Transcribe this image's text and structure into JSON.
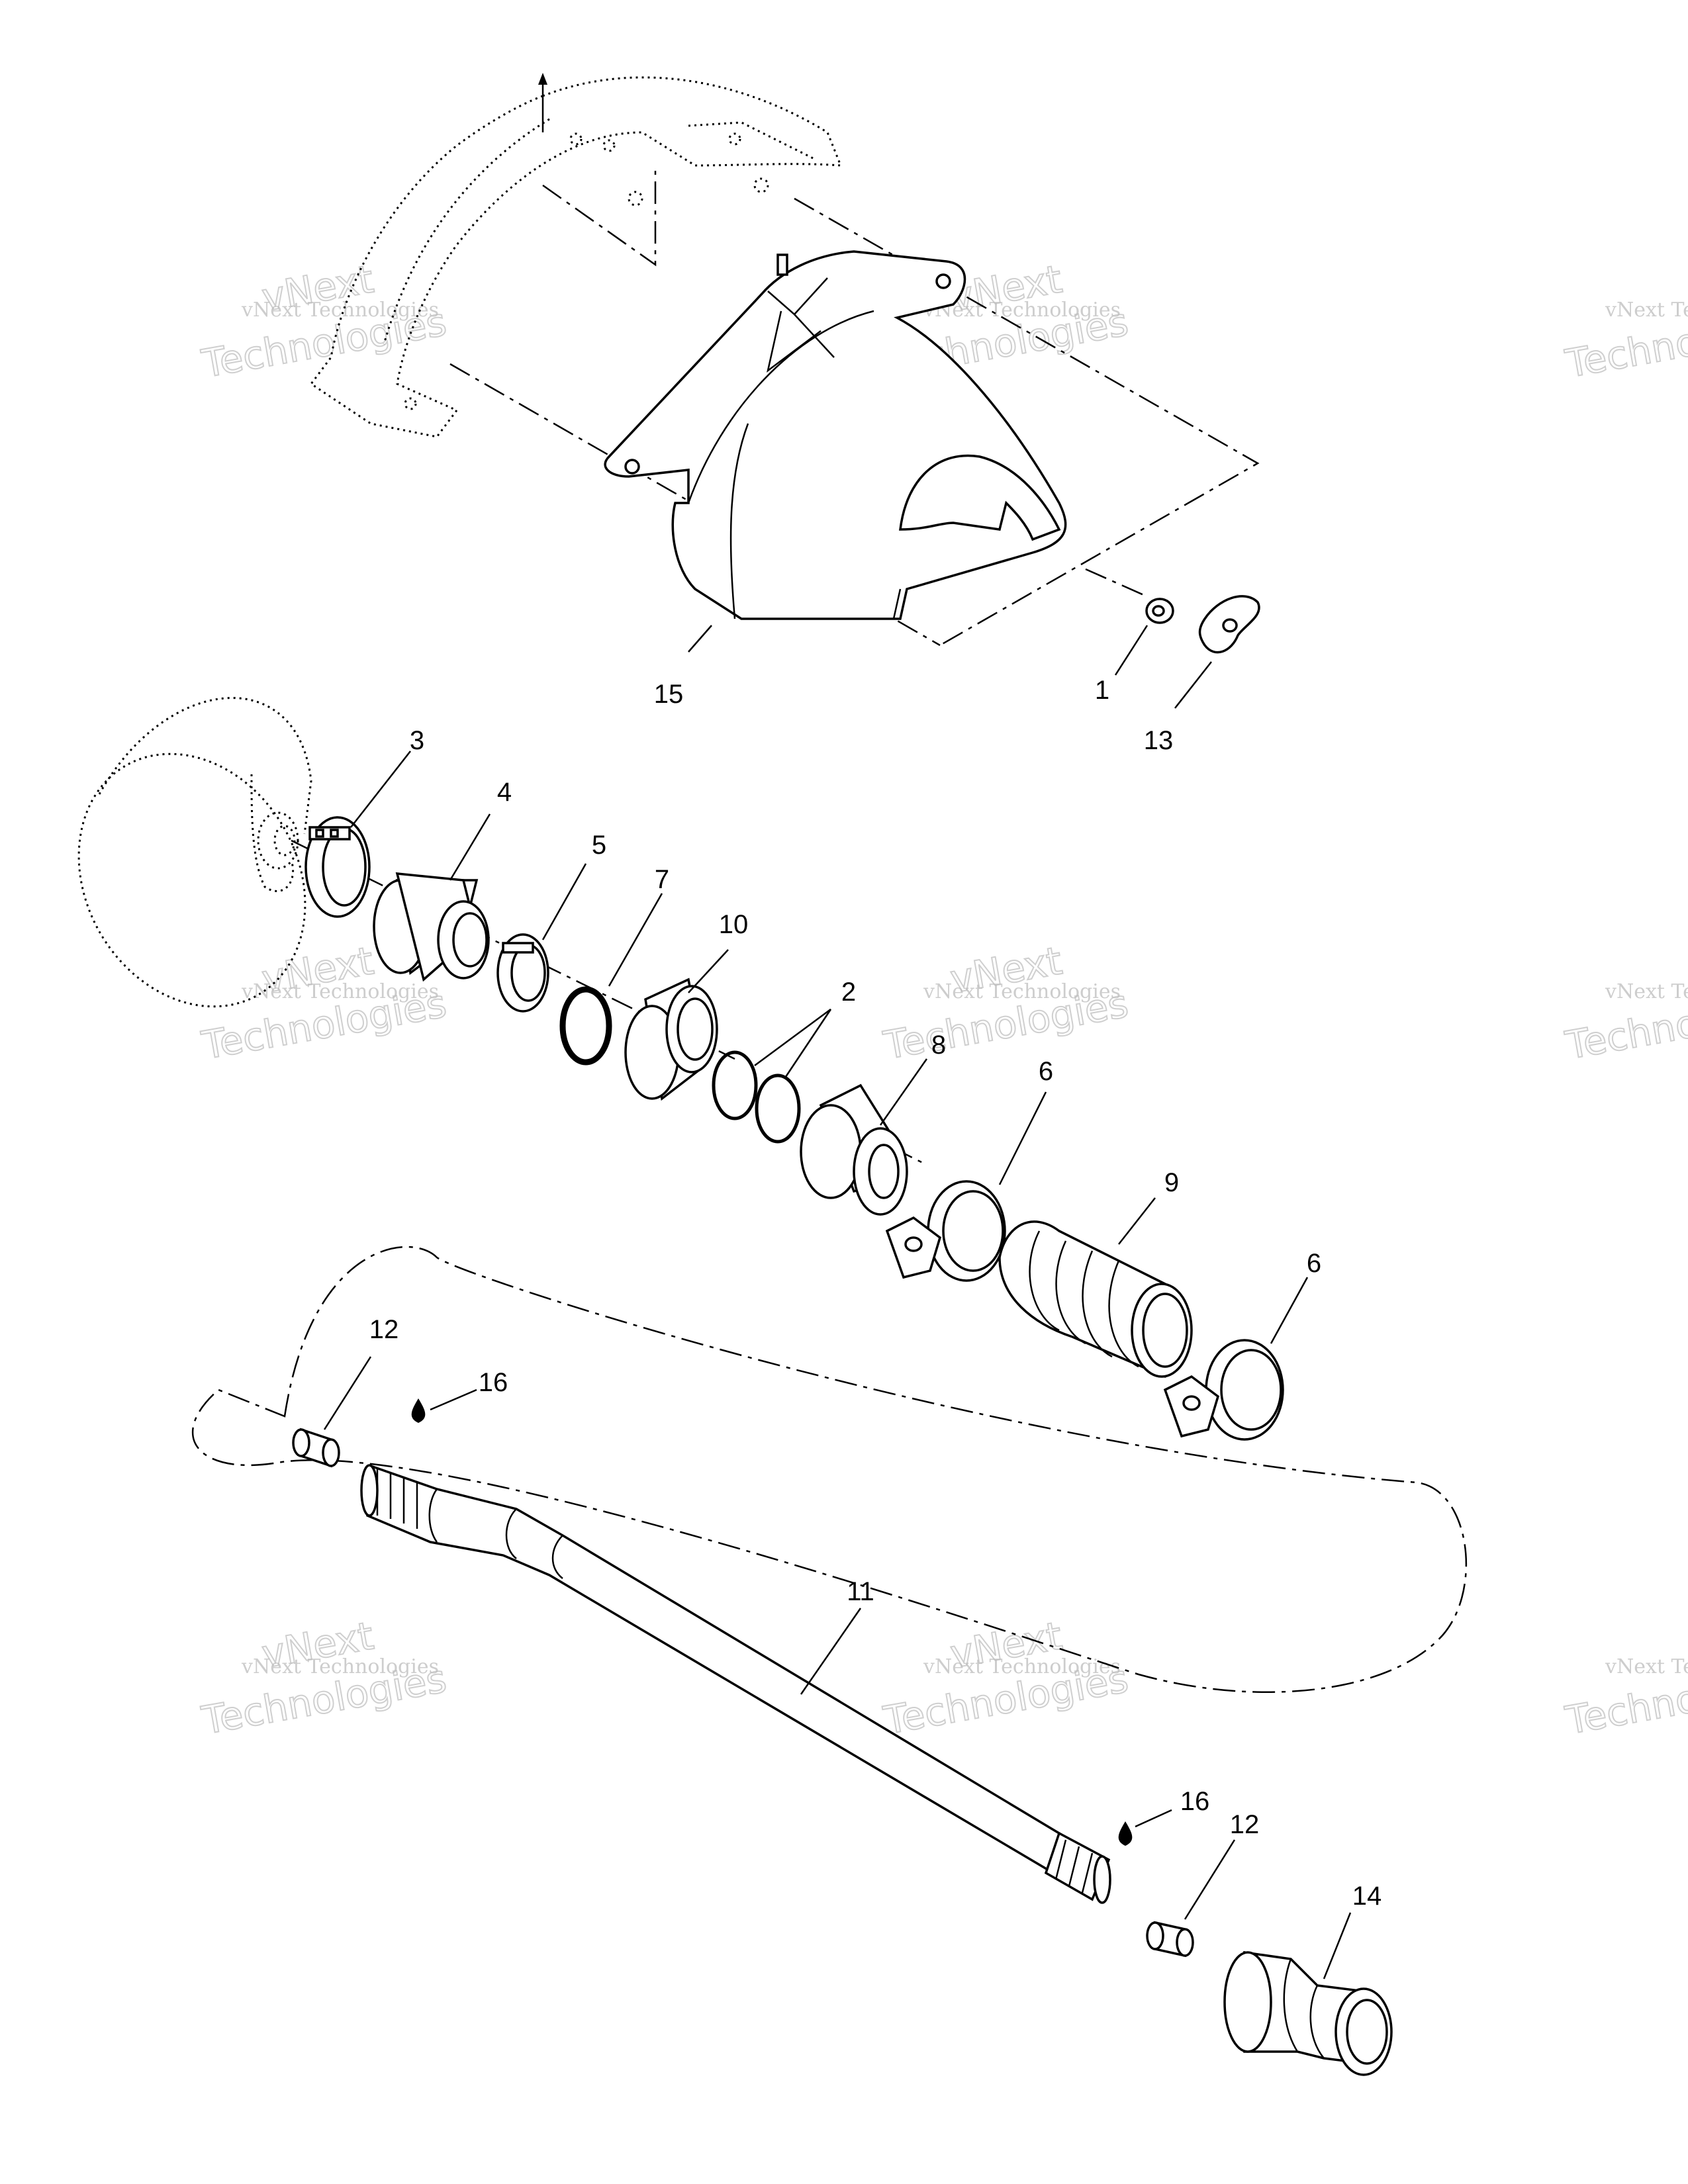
{
  "watermark": {
    "line1": "vNext Technologies",
    "line2a": "vNext",
    "line2b": "Technologies"
  },
  "callouts": [
    {
      "id": "c1",
      "text": "1"
    },
    {
      "id": "c2",
      "text": "2"
    },
    {
      "id": "c3",
      "text": "3"
    },
    {
      "id": "c4",
      "text": "4"
    },
    {
      "id": "c5",
      "text": "5"
    },
    {
      "id": "c6a",
      "text": "6"
    },
    {
      "id": "c6b",
      "text": "6"
    },
    {
      "id": "c7",
      "text": "7"
    },
    {
      "id": "c8",
      "text": "8"
    },
    {
      "id": "c9",
      "text": "9"
    },
    {
      "id": "c10",
      "text": "10"
    },
    {
      "id": "c11",
      "text": "11"
    },
    {
      "id": "c12a",
      "text": "12"
    },
    {
      "id": "c12b",
      "text": "12"
    },
    {
      "id": "c13",
      "text": "13"
    },
    {
      "id": "c14",
      "text": "14"
    },
    {
      "id": "c15",
      "text": "15"
    },
    {
      "id": "c16a",
      "text": "16"
    },
    {
      "id": "c16b",
      "text": "16"
    }
  ],
  "colors": {
    "ink": "#000000",
    "watermark": "#bdbdbd",
    "background": "#ffffff"
  }
}
